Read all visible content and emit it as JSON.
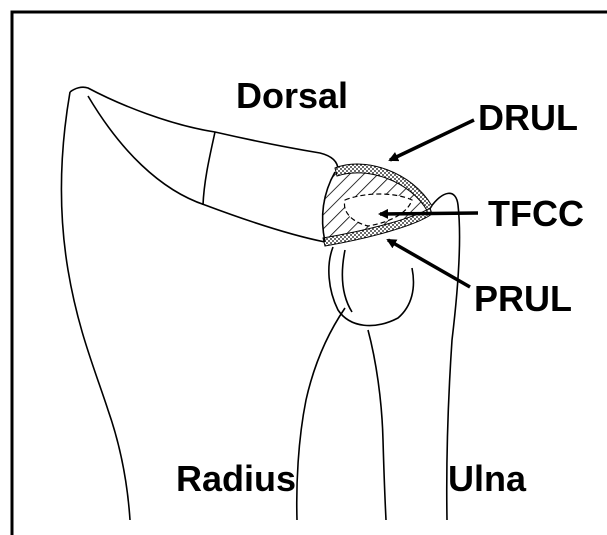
{
  "labels": {
    "dorsal": "Dorsal",
    "drul": "DRUL",
    "tfcc": "TFCC",
    "prul": "PRUL",
    "radius": "Radius",
    "ulna": "Ulna"
  },
  "colors": {
    "ink": "#000000",
    "background": "#ffffff"
  }
}
